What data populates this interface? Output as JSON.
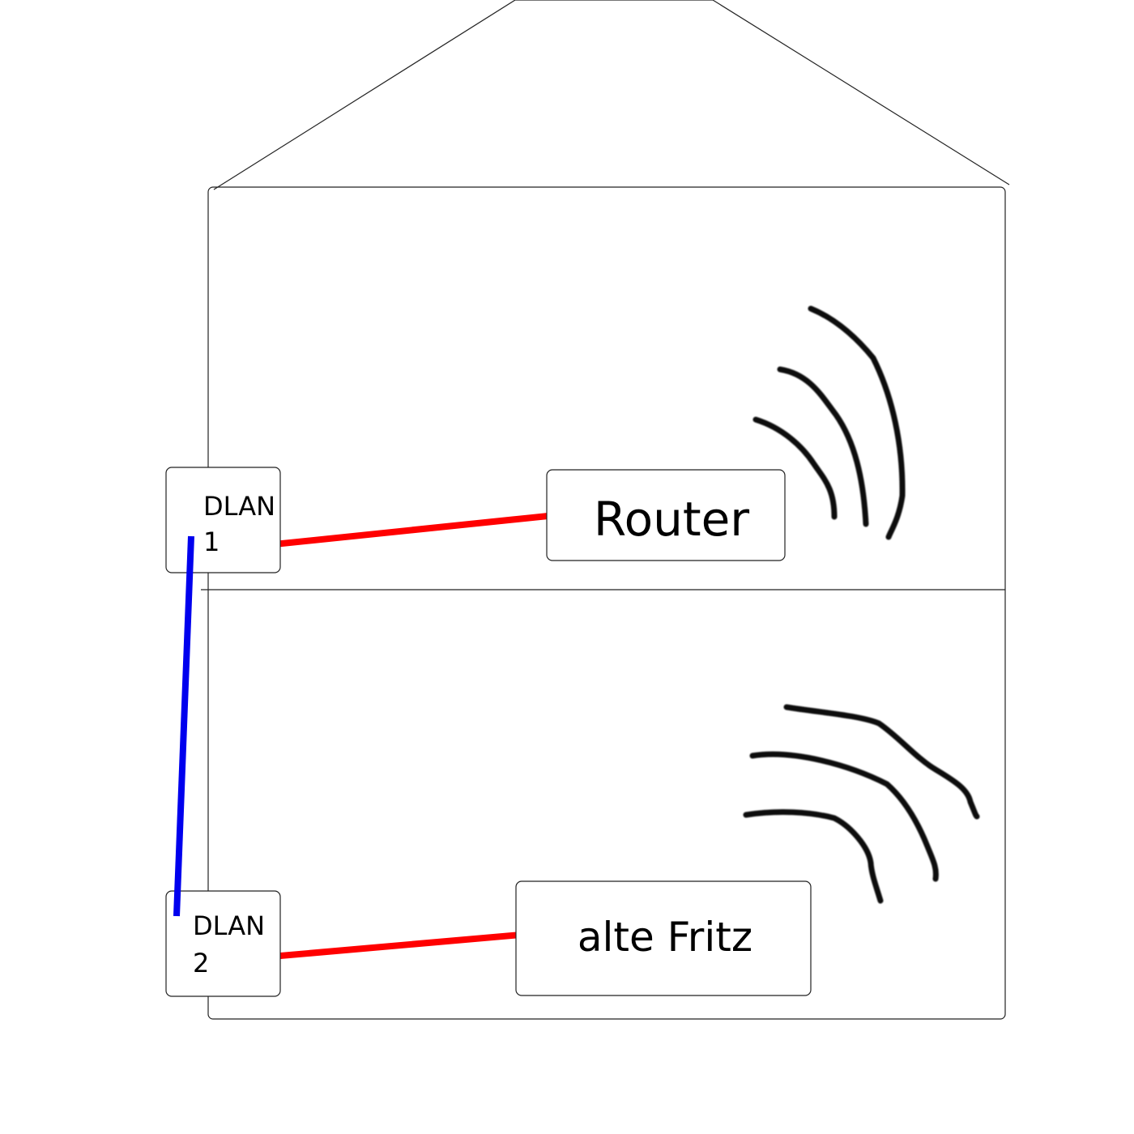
{
  "diagram": {
    "devices": {
      "dlan1": {
        "line1": "DLAN",
        "line2": "1"
      },
      "dlan2": {
        "line1": "DLAN",
        "line2": "2"
      },
      "router": {
        "label": "Router"
      },
      "fritz": {
        "label": "alte Fritz"
      }
    },
    "links": [
      {
        "from": "dlan1",
        "to": "router",
        "color": "#ff0000"
      },
      {
        "from": "dlan2",
        "to": "fritz",
        "color": "#ff0000"
      },
      {
        "from": "dlan1",
        "to": "dlan2",
        "color": "#0000ee"
      }
    ],
    "wifi_icons": [
      "wifi-signal-icon",
      "wifi-signal-icon"
    ],
    "colors": {
      "outline": "#222222",
      "lan_cable": "#ff0000",
      "dlan_link": "#0000ee",
      "wifi_waves": "#111111"
    }
  }
}
